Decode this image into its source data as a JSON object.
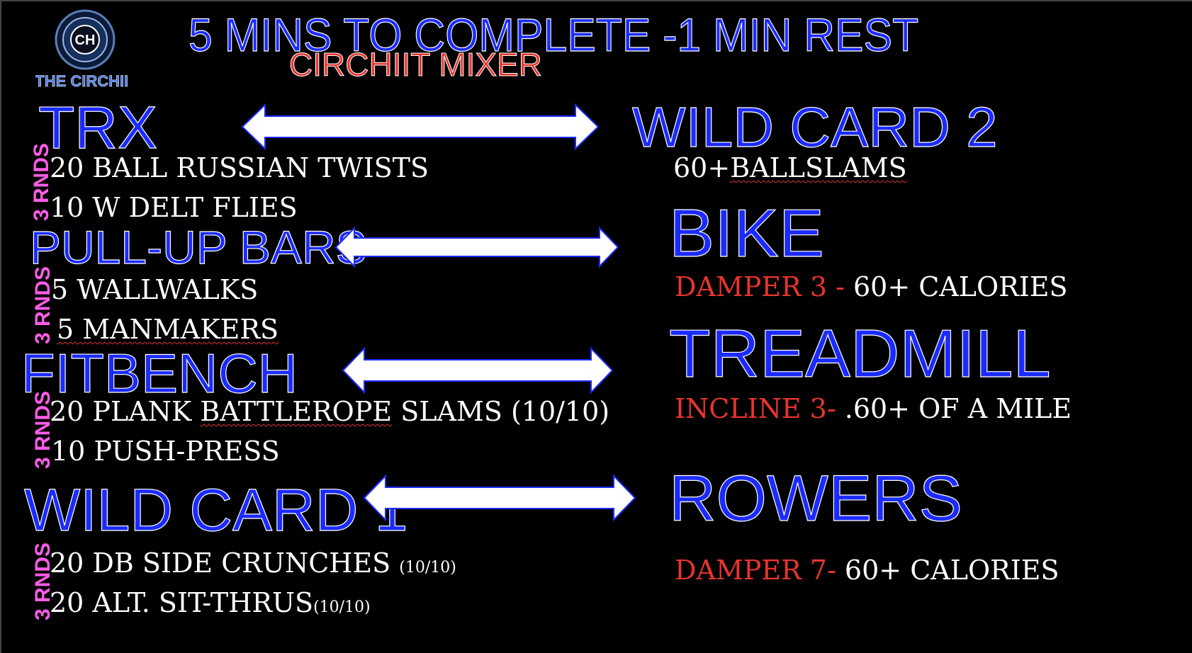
{
  "header": {
    "title": "5 MINS TO COMPLETE -1 MIN REST",
    "subtitle": "CIRCHIIT MIXER",
    "logo_letters": "CH",
    "logo_text": "THE CIRCHIIT"
  },
  "colors": {
    "station_blue": "#1b2bff",
    "rounds_pink": "#ff5ce8",
    "setting_red": "#e8342c",
    "text_white": "#ffffff",
    "background": "#000000"
  },
  "left_stations": [
    {
      "name": "TRX",
      "rounds": "3 RNDS",
      "exercises": [
        "20 BALL RUSSIAN TWISTS",
        "10 W DELT FLIES"
      ]
    },
    {
      "name": "PULL-UP BARS",
      "rounds": "3 RNDS",
      "exercises": [
        "5 WALLWALKS",
        "5 MANMAKERS"
      ]
    },
    {
      "name": "FITBENCH",
      "rounds": "3 RNDS",
      "exercises": [
        {
          "a": "20 PLANK ",
          "b": "BATTLEROPE",
          "c": " SLAMS (10/10)"
        },
        "10 PUSH-PRESS"
      ]
    },
    {
      "name": "WILD CARD 1",
      "rounds": "3 RNDS",
      "exercises": [
        {
          "main": "20 DB SIDE CRUNCHES ",
          "note": "(10/10)"
        },
        {
          "main": "20 ALT. SIT-THRUS",
          "note": "(10/10)"
        }
      ]
    }
  ],
  "right_stations": [
    {
      "name": "WILD CARD 2",
      "detail": {
        "prefix": "60+",
        "main": "BALLSLAMS"
      }
    },
    {
      "name": "BIKE",
      "setting": "DAMPER 3 - ",
      "target": "60+ CALORIES"
    },
    {
      "name": "TREADMILL",
      "setting": "INCLINE 3- ",
      "target": ".60+ OF A MILE"
    },
    {
      "name": "ROWERS",
      "setting": "DAMPER 7- ",
      "target": " 60+ CALORIES"
    }
  ],
  "icons": {
    "arrow": "double-headed-arrow-icon",
    "logo": "circhiit-logo-icon"
  }
}
